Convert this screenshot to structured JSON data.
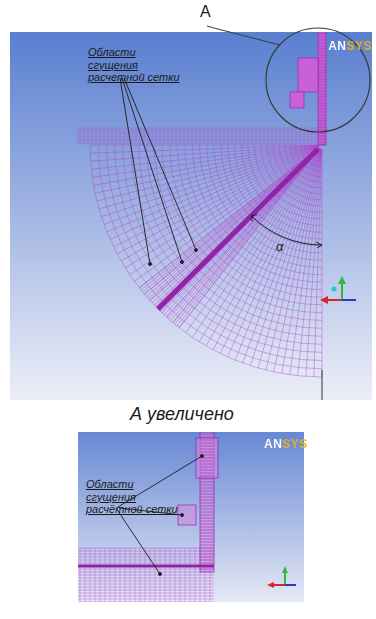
{
  "diagram": {
    "labels": [
      "А",
      "Области сгущения расчетной сетки",
      "ANSYS",
      "α",
      "А увеличено",
      "Области сгущения расчётной сетки",
      "ANSYS"
    ]
  }
}
